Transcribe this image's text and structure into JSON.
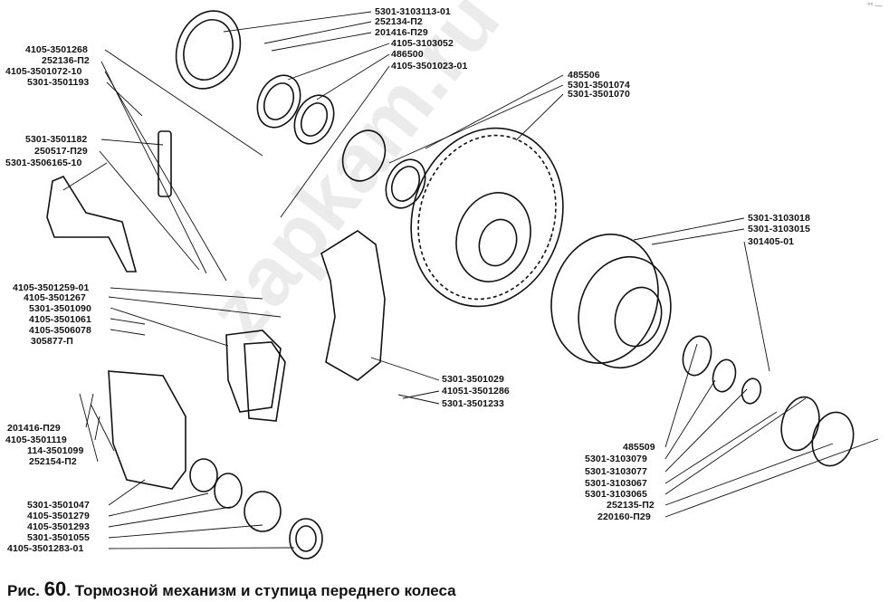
{
  "figure": {
    "caption_prefix": "Рис.",
    "caption_number": "60",
    "caption_text": ". Тормозной механизм и ступица переднего колеса",
    "watermark": "zapkam.ru",
    "corner_mark": "°° —"
  },
  "labels": {
    "top_right": [
      "5301-3103113-01",
      "252134-П2",
      "201416-П29",
      "4105-3103052",
      "486500",
      "4105-3501023-01"
    ],
    "disc": [
      "485506",
      "5301-3501074",
      "5301-3501070"
    ],
    "left_upper": [
      "4105-3501268",
      "252136-П2",
      "4105-3501072-10",
      "5301-3501193"
    ],
    "left_bracket": [
      "5301-3501182",
      "250517-П29",
      "5301-3506165-10"
    ],
    "left_middle": [
      "4105-3501259-01",
      "4105-3501267",
      "5301-3501090",
      "4105-3501061",
      "4105-3506078",
      "305877-П"
    ],
    "left_lower": [
      "201416-П29",
      "4105-3501119",
      "114-3501099",
      "252154-П2"
    ],
    "left_bottom": [
      "5301-3501047",
      "4105-3501279",
      "4105-3501293",
      "5301-3501055",
      "4105-3501283-01"
    ],
    "caliper_right": [
      "5301-3501029",
      "41051-3501286",
      "5301-3501233"
    ],
    "hub_right": [
      "5301-3103018",
      "5301-3103015",
      "301405-01"
    ],
    "bottom_right": [
      "485509",
      "5301-3103079",
      "5301-3103077",
      "5301-3103067",
      "5301-3103065",
      "252135-П2",
      "220160-П29"
    ]
  }
}
